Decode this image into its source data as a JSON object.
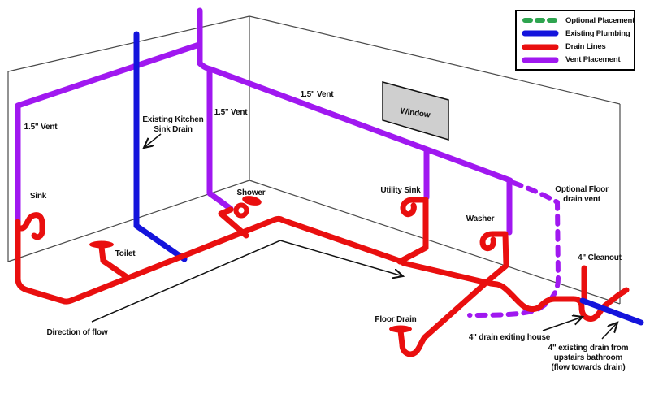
{
  "colors": {
    "vent": "#A018F0",
    "drain": "#E90F0F",
    "existing": "#1414DC",
    "optional_green": "#2EA44F",
    "window_fill": "#CFCFCF",
    "window_border": "#111111",
    "wall_line": "#4A4A4A",
    "arrow": "#111111"
  },
  "legend": {
    "items": [
      {
        "label": "Optional Placement"
      },
      {
        "label": "Existing Plumbing"
      },
      {
        "label": "Drain Lines"
      },
      {
        "label": "Vent Placement"
      }
    ]
  },
  "labels": {
    "vent_left": "1.5\" Vent",
    "sink": "Sink",
    "kitchen_line1": "Existing Kitchen",
    "kitchen_line2": "Sink Drain",
    "vent_mid": "1.5\" Vent",
    "vent_diag": "1.5\" Vent",
    "window": "Window",
    "shower": "Shower",
    "toilet": "Toilet",
    "utility_sink": "Utility Sink",
    "washer": "Washer",
    "optional_line1": "Optional Floor",
    "optional_line2": "drain vent",
    "cleanout": "4\" Cleanout",
    "floor_drain": "Floor Drain",
    "direction_of_flow": "Direction of flow",
    "drain_exiting": "4\" drain exiting house",
    "upstairs_line1": "4\" existing drain from",
    "upstairs_line2": "upstairs bathroom",
    "upstairs_line3": "(flow towards drain)"
  }
}
